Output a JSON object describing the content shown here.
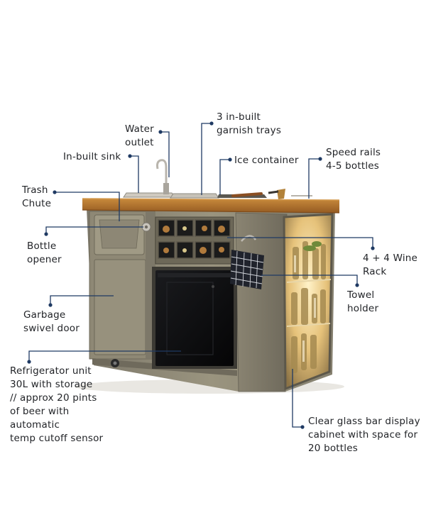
{
  "product": "outdoor bar cart with sink, refrigerator and glass display cabinet",
  "callouts": [
    {
      "id": "water-outlet",
      "text": "Water\noutlet"
    },
    {
      "id": "garnish-trays",
      "text": "3 in-built\ngarnish trays"
    },
    {
      "id": "in-built-sink",
      "text": "In-built sink"
    },
    {
      "id": "ice-container",
      "text": "Ice container"
    },
    {
      "id": "speed-rails",
      "text": "Speed rails\n4-5 bottles"
    },
    {
      "id": "trash-chute",
      "text": "Trash\nChute"
    },
    {
      "id": "bottle-opener",
      "text": "Bottle\nopener"
    },
    {
      "id": "wine-rack",
      "text": "4 + 4 Wine\nRack"
    },
    {
      "id": "towel-holder",
      "text": "Towel\nholder"
    },
    {
      "id": "garbage-door",
      "text": "Garbage\nswivel door"
    },
    {
      "id": "refrigerator",
      "text": "Refrigerator unit\n30L with storage\n// approx 20 pints\nof beer with\nautomatic\ntemp cutoff sensor"
    },
    {
      "id": "display-cabinet",
      "text": "Clear glass bar display\ncabinet with space for\n20 bottles"
    }
  ],
  "colors": {
    "leader": "#1f3a63",
    "text": "#222428",
    "wood": "#b4772f",
    "body": "#8f8a76",
    "glass": "#f3d89a"
  }
}
